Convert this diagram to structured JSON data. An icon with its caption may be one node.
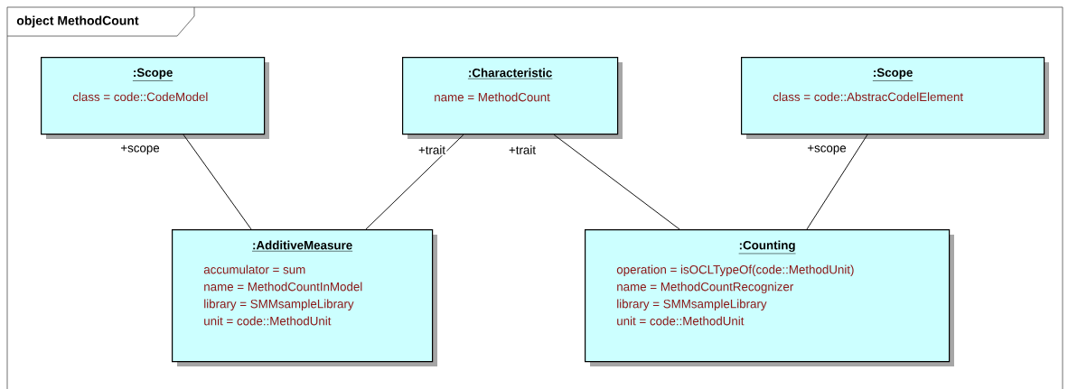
{
  "diagram": {
    "title": "object MethodCount",
    "nodes": [
      {
        "text": [
          ":Scope",
          "class = code::CodeModel"
        ]
      },
      {
        "text": [
          ":Characteristic",
          "name = MethodCount"
        ]
      },
      {
        "text": [
          ":Scope",
          "class = code::AbstracCodelElement"
        ]
      },
      {
        "text": [
          ":AdditiveMeasure",
          "accumulator = sum",
          "name = MethodCountInModel",
          "library = SMMsampleLibrary",
          "unit = code::MethodUnit"
        ]
      },
      {
        "text": [
          ":Counting",
          "operation = isOCLTypeOf(code::MethodUnit)",
          "name = MethodCountRecognizer",
          "library = SMMsampleLibrary",
          "unit = code::MethodUnit"
        ]
      }
    ],
    "edges": [
      {
        "from": 3,
        "to": 0,
        "arrow": "none",
        "label": "+scope"
      },
      {
        "from": 3,
        "to": 1,
        "arrow": "none",
        "label": "+trait"
      },
      {
        "from": 4,
        "to": 1,
        "arrow": "none",
        "label": "+trait"
      },
      {
        "from": 4,
        "to": 2,
        "arrow": "none",
        "label": "+scope"
      }
    ]
  }
}
